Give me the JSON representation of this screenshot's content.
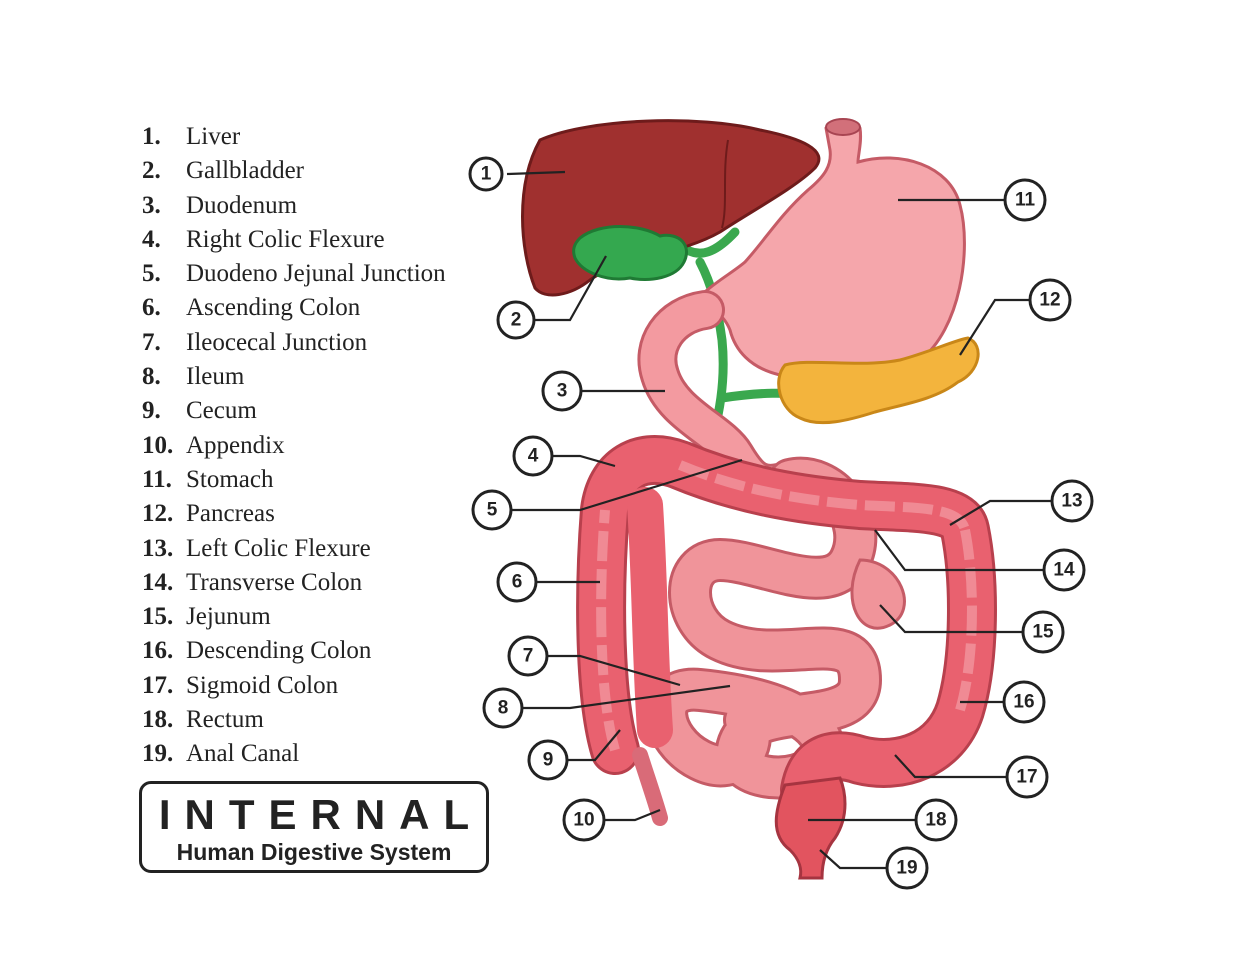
{
  "legend": [
    {
      "num": "1.",
      "label": "Liver"
    },
    {
      "num": "2.",
      "label": "Gallbladder"
    },
    {
      "num": "3.",
      "label": "Duodenum"
    },
    {
      "num": "4.",
      "label": "Right Colic Flexure"
    },
    {
      "num": "5.",
      "label": "Duodeno Jejunal Junction"
    },
    {
      "num": "6.",
      "label": "Ascending Colon"
    },
    {
      "num": "7.",
      "label": "Ileocecal Junction"
    },
    {
      "num": "8.",
      "label": "Ileum"
    },
    {
      "num": "9.",
      "label": "Cecum"
    },
    {
      "num": "10.",
      "label": "Appendix"
    },
    {
      "num": "11.",
      "label": "Stomach"
    },
    {
      "num": "12.",
      "label": "Pancreas"
    },
    {
      "num": "13.",
      "label": "Left Colic Flexure"
    },
    {
      "num": "14.",
      "label": "Transverse Colon"
    },
    {
      "num": "15.",
      "label": "Jejunum"
    },
    {
      "num": "16.",
      "label": "Descending Colon"
    },
    {
      "num": "17.",
      "label": "Sigmoid Colon"
    },
    {
      "num": "18.",
      "label": "Rectum"
    },
    {
      "num": "19.",
      "label": "Anal Canal"
    }
  ],
  "title": {
    "main": "INTERNAL",
    "sub": "Human Digestive System"
  },
  "callouts": [
    "1",
    "2",
    "3",
    "4",
    "5",
    "6",
    "7",
    "8",
    "9",
    "10",
    "11",
    "12",
    "13",
    "14",
    "15",
    "16",
    "17",
    "18",
    "19"
  ],
  "colors": {
    "liver": "#9e2b2b",
    "gallbladder": "#2fa84a",
    "stomach": "#f4a3a8",
    "pancreas": "#f2b13a",
    "colon": "#e8606d",
    "small_intestine": "#ef8f95",
    "rectum": "#e2545f"
  }
}
